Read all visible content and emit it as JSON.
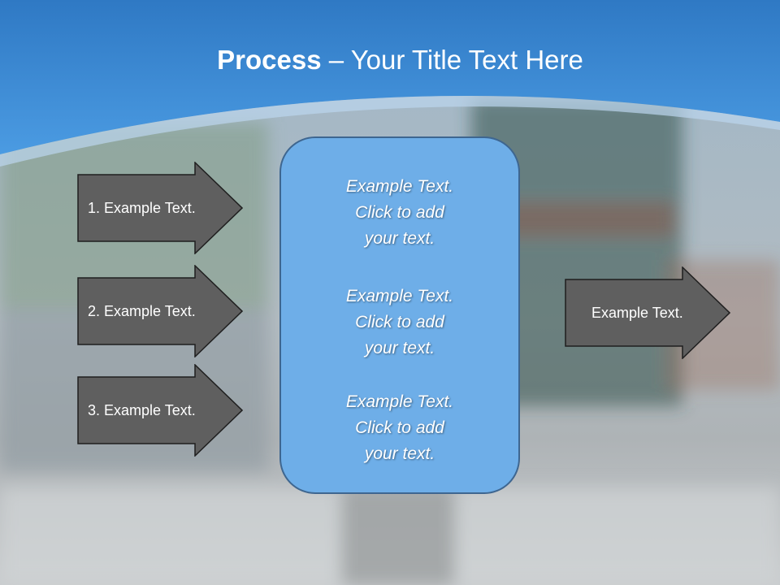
{
  "slide": {
    "title_bold": "Process",
    "title_rest": " – Your Title Text Here",
    "left_arrows": [
      {
        "label": "1. Example Text."
      },
      {
        "label": "2. Example Text."
      },
      {
        "label": "3. Example Text."
      }
    ],
    "center_items": [
      {
        "line1": "Example Text.",
        "line2": "Click  to add",
        "line3": "your text."
      },
      {
        "line1": "Example Text.",
        "line2": "Click  to add",
        "line3": "your text."
      },
      {
        "line1": "Example Text.",
        "line2": "Click  to add",
        "line3": "your text."
      }
    ],
    "right_arrow": {
      "label": "Example Text."
    }
  },
  "colors": {
    "header_blue": "#3d8fd8",
    "arrow_fill": "#5f5f5f",
    "box_fill": "#6eaee8",
    "box_border": "#3e6690"
  }
}
